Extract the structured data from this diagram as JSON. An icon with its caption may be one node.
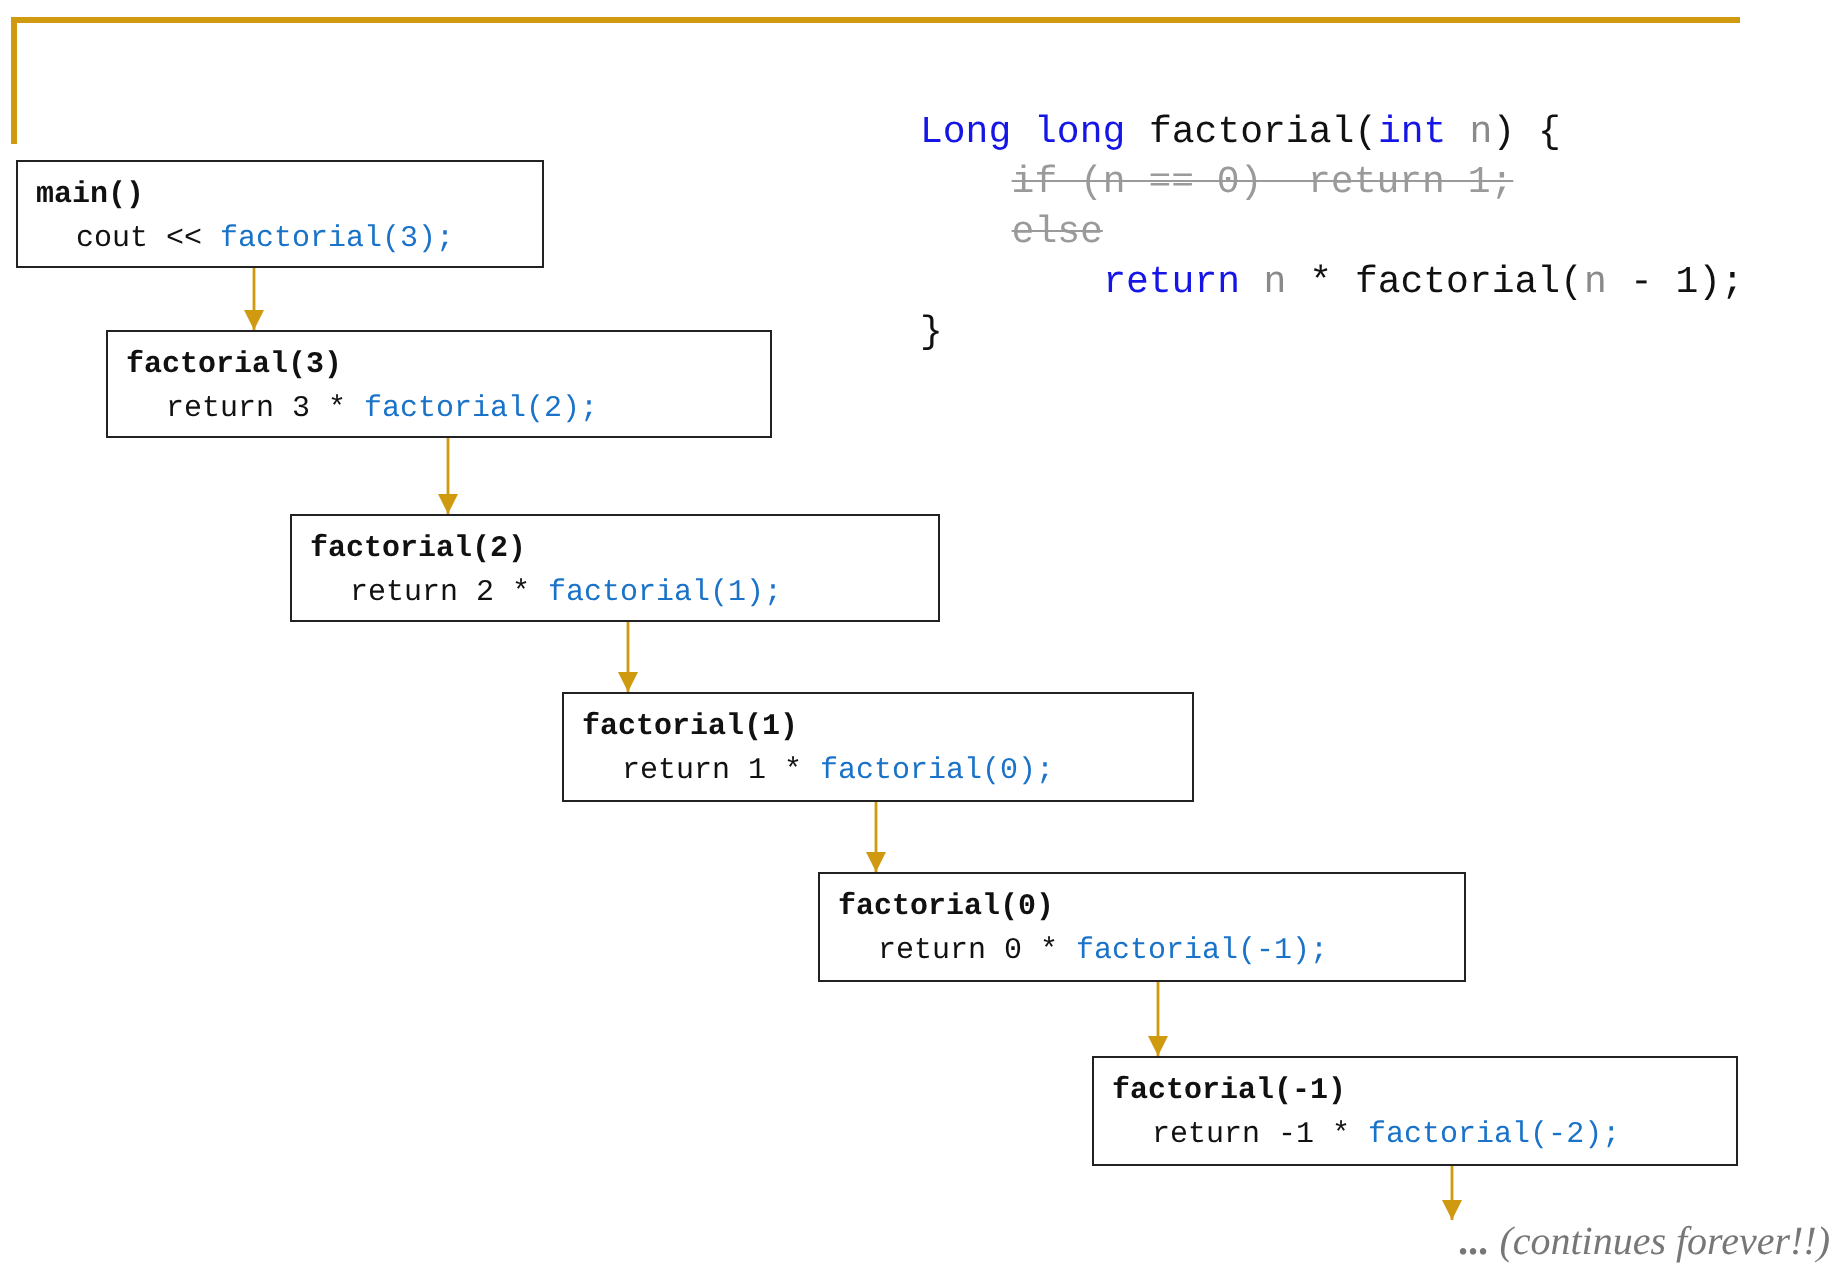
{
  "diagram": {
    "nodes": [
      {
        "text": [
          "main()",
          "cout <<",
          "factorial(3);"
        ]
      },
      {
        "text": [
          "factorial(3)",
          "return 3 *",
          "factorial(2);"
        ]
      },
      {
        "text": [
          "factorial(2)",
          "return 2 *",
          "factorial(1);"
        ]
      },
      {
        "text": [
          "factorial(1)",
          "return 1 *",
          "factorial(0);"
        ]
      },
      {
        "text": [
          "factorial(0)",
          "return 0 *",
          "factorial(-1);"
        ]
      },
      {
        "text": [
          "factorial(-1)",
          "return -1 *",
          "factorial(-2);"
        ]
      },
      {
        "text": [
          "**...** (continues forever!!)"
        ]
      }
    ],
    "edges": [
      {
        "from": 0,
        "to": 1,
        "arrow": "to"
      },
      {
        "from": 1,
        "to": 2,
        "arrow": "to"
      },
      {
        "from": 2,
        "to": 3,
        "arrow": "to"
      },
      {
        "from": 3,
        "to": 4,
        "arrow": "to"
      },
      {
        "from": 4,
        "to": 5,
        "arrow": "to"
      },
      {
        "from": 5,
        "to": 6,
        "arrow": "to"
      }
    ],
    "labels": [
      "Long long",
      "factorial(",
      "int",
      "n",
      ") {",
      "if (n == 0)  return 1;",
      "else",
      "return",
      "n",
      "* factorial(",
      "n",
      "- 1);",
      "}"
    ]
  }
}
